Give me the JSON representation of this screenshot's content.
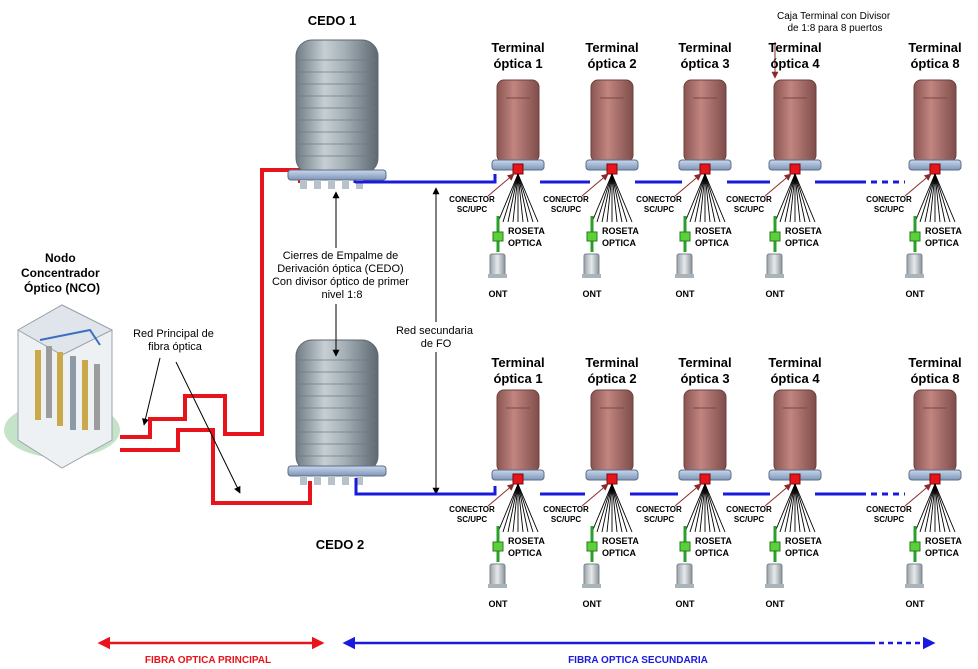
{
  "nco": {
    "lines": [
      "Nodo",
      "Concentrador",
      "Óptico (NCO)"
    ]
  },
  "main_network": {
    "lines": [
      "Red Principal de",
      "fibra óptica"
    ]
  },
  "cedo_desc": {
    "lines": [
      "Cierres de Empalme de",
      "Derivación óptica (CEDO)",
      "Con divisor óptico de primer",
      "nivel 1:8"
    ]
  },
  "secondary_network": {
    "lines": [
      "Red secundaria",
      "de FO"
    ]
  },
  "caja_terminal": {
    "lines": [
      "Caja Terminal con Divisor",
      "de 1:8 para 8 puertos"
    ]
  },
  "cedo1": {
    "label": "CEDO 1"
  },
  "cedo2": {
    "label": "CEDO 2"
  },
  "terminal_word": "Terminal",
  "terminals": [
    "óptica 1",
    "óptica 2",
    "óptica 3",
    "óptica 4",
    "óptica 8"
  ],
  "connector": {
    "lines": [
      "CONECTOR",
      "SC/UPC"
    ]
  },
  "rosette": {
    "lines": [
      "ROSETA",
      "OPTICA"
    ]
  },
  "ont_label": "ONT",
  "footer": {
    "primary": "FIBRA OPTICA PRINCIPAL",
    "secondary": "FIBRA OPTICA SECUNDARIA"
  },
  "colors": {
    "primary_fiber": "#e8141b",
    "secondary_fiber": "#1a1adc",
    "drop_fiber": "#2aa02a",
    "terminal_box": "#b0706c",
    "connector": "#e8141b",
    "rosette": "#5ad13a",
    "cedo_body": "#9aa6ae"
  }
}
